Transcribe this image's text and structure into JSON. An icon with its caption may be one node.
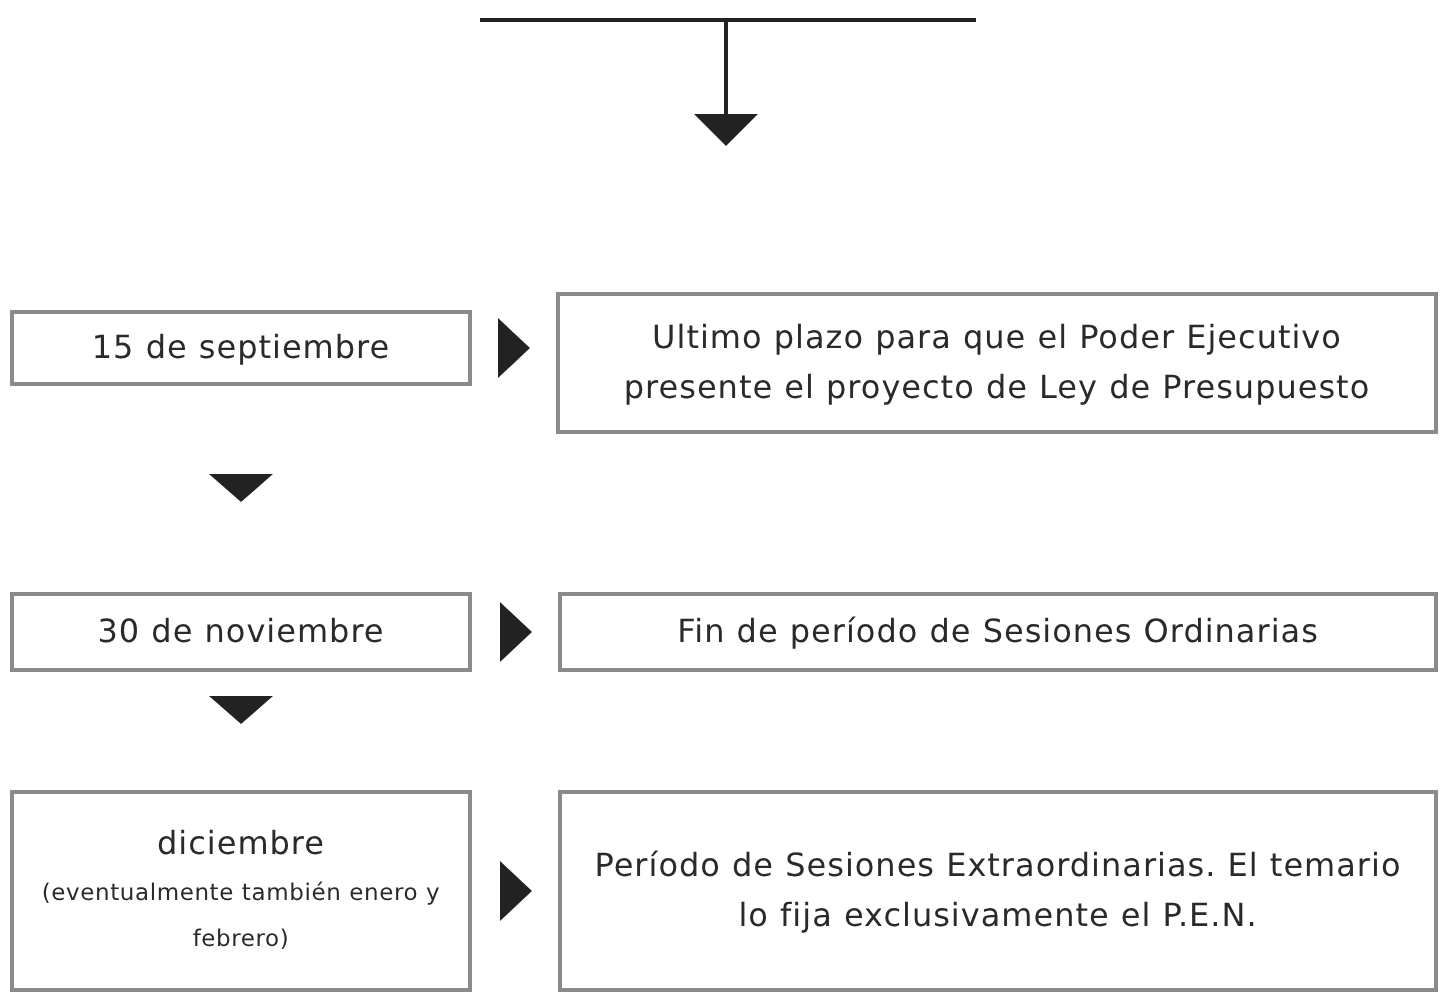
{
  "diagram": {
    "nodes": [
      {
        "text": [
          "15 de septiembre"
        ]
      },
      {
        "text": [
          "Ultimo plazo para que el Poder Ejecutivo presente el proyecto de Ley de Presupuesto"
        ]
      },
      {
        "text": [
          "30 de noviembre"
        ]
      },
      {
        "text": [
          "Fin de período de Sesiones Ordinarias"
        ]
      },
      {
        "text": [
          "diciembre",
          "(eventualmente también enero y febrero)"
        ]
      },
      {
        "text": [
          "Período de Sesiones Extraordinarias. El temario lo fija exclusivamente el P.E.N."
        ]
      }
    ],
    "edges": [
      {
        "from": 0,
        "to": 1,
        "arrow": "to"
      },
      {
        "from": 0,
        "to": 2,
        "arrow": "to"
      },
      {
        "from": 2,
        "to": 3,
        "arrow": "to"
      },
      {
        "from": 2,
        "to": 4,
        "arrow": "to"
      },
      {
        "from": 4,
        "to": 5,
        "arrow": "to"
      }
    ]
  }
}
